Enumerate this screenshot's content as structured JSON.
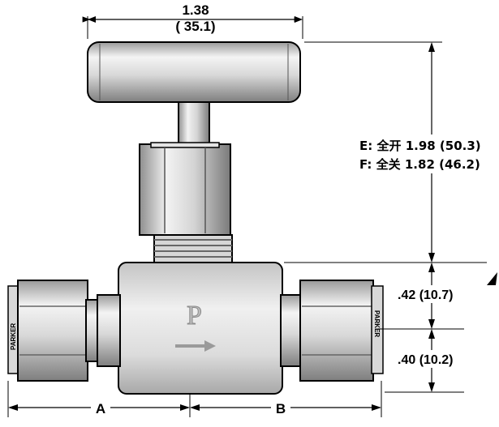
{
  "dimensions": {
    "top_width": {
      "inch": "1.38",
      "mm": "( 35.1)"
    },
    "height_open": {
      "label": "E: 全开  1.98 (50.3)"
    },
    "height_closed": {
      "label": "F: 全关  1.82 (46.2)"
    },
    "upper_half": {
      "label": ".42 (10.7)"
    },
    "lower_half": {
      "label": ".40 (10.2)"
    },
    "left_length": {
      "label": "A"
    },
    "right_length": {
      "label": "B"
    }
  },
  "body_marks": {
    "logo_letter": "P",
    "flow_arrow": "flow-arrow",
    "left_nut_brand": "PARKER",
    "right_nut_brand": "PARKER"
  },
  "colors": {
    "line": "#000000",
    "metal_dark": "#8c8c8c",
    "metal_light": "#f2f2f2"
  }
}
